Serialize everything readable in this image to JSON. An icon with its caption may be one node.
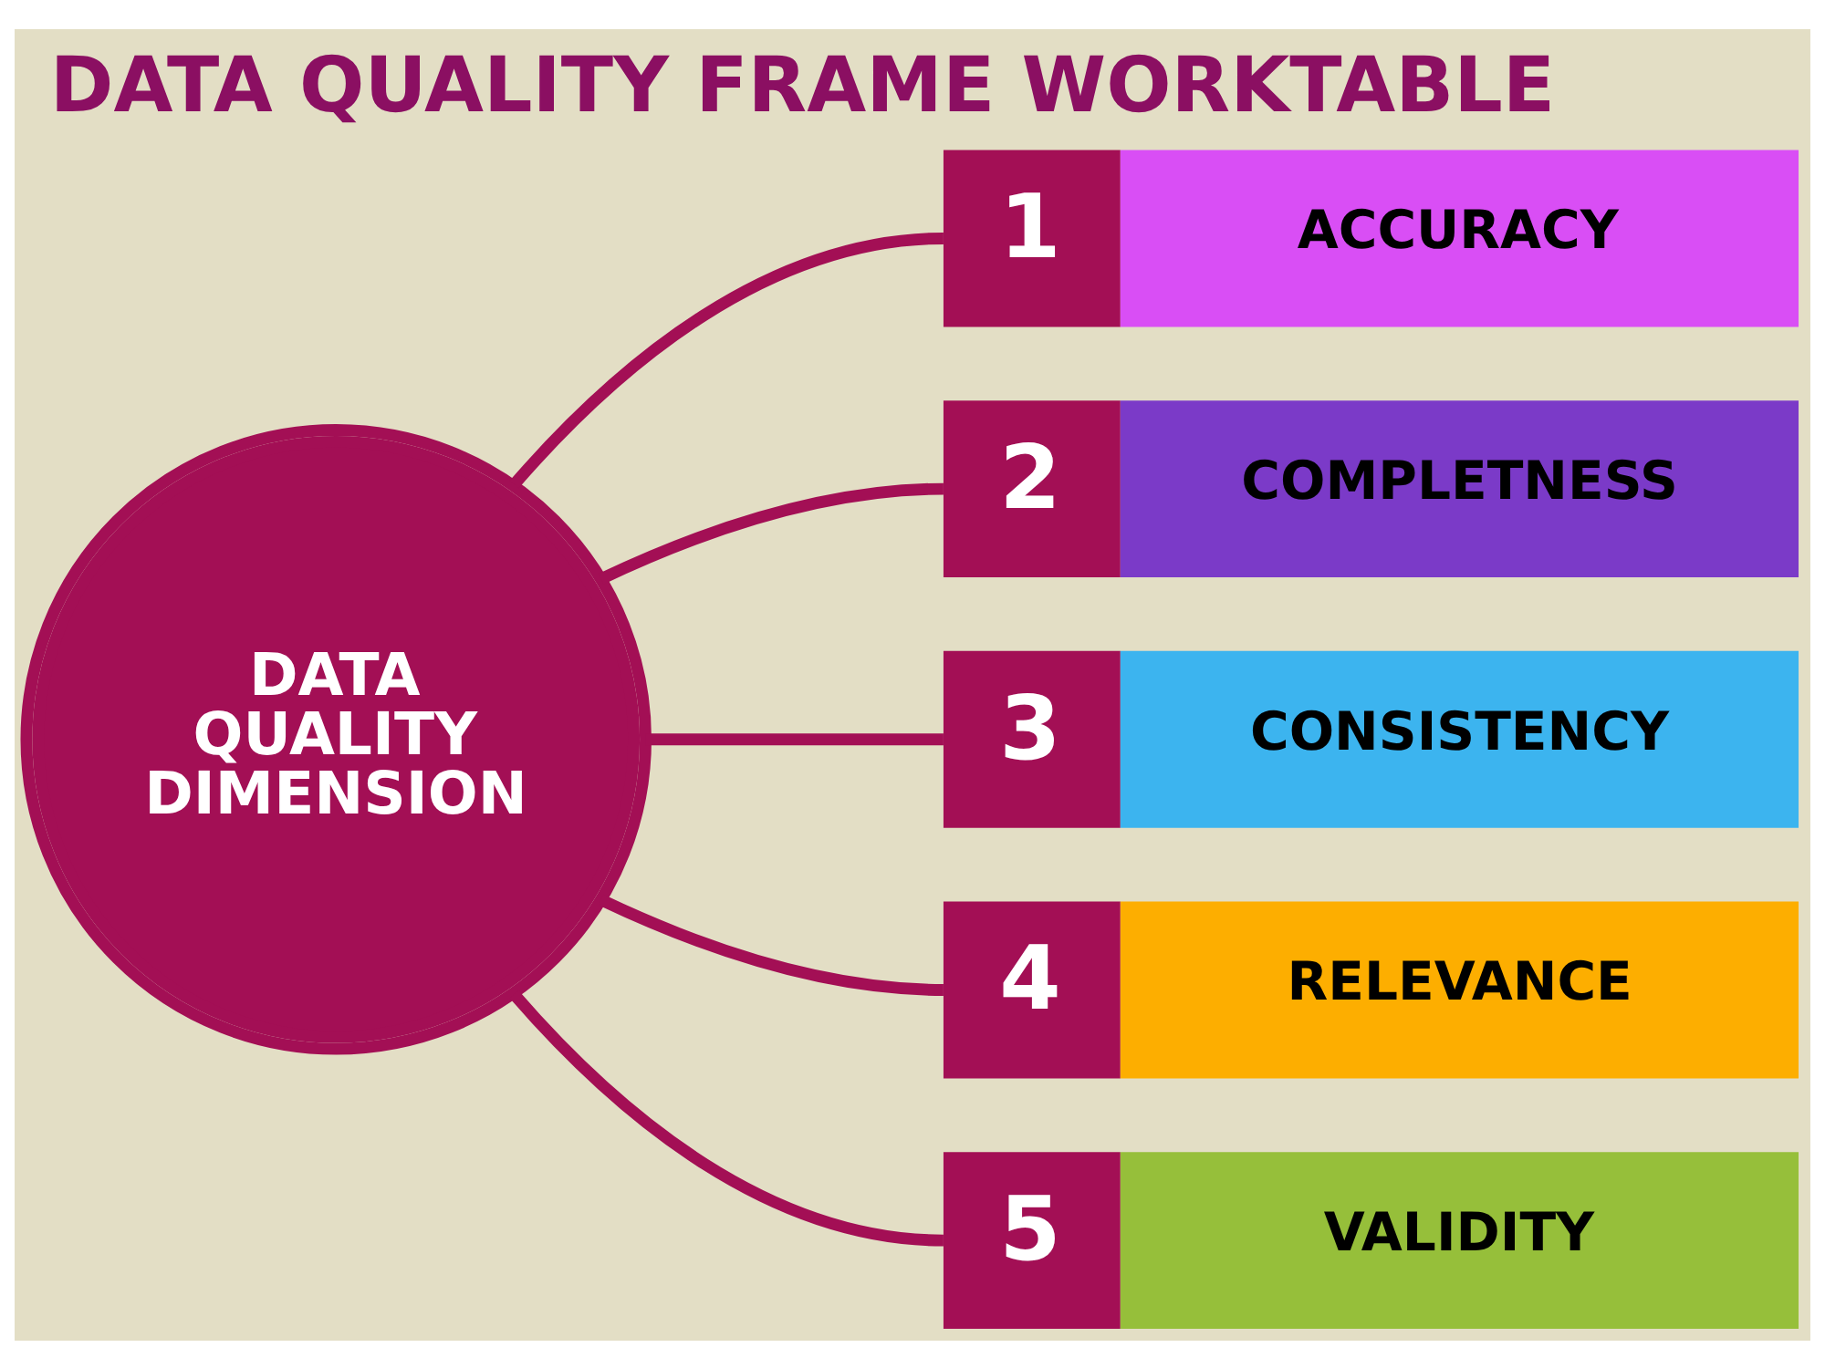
{
  "diagram": {
    "title": "DATA QUALITY FRAME WORKTABLE",
    "nodes": [
      {
        "text": [
          "DATA QUALITY DIMENSION"
        ]
      },
      {
        "text": [
          "1",
          "ACCURACY"
        ]
      },
      {
        "text": [
          "2",
          "COMPLETNESS"
        ]
      },
      {
        "text": [
          "3",
          "CONSISTENCY"
        ]
      },
      {
        "text": [
          "4",
          "RELEVANCE"
        ]
      },
      {
        "text": [
          "5",
          "VALIDITY"
        ]
      }
    ],
    "edges": [
      {
        "from": 0,
        "to": 1,
        "arrow": "none"
      },
      {
        "from": 0,
        "to": 2,
        "arrow": "none"
      },
      {
        "from": 0,
        "to": 3,
        "arrow": "none"
      },
      {
        "from": 0,
        "to": 4,
        "arrow": "none"
      },
      {
        "from": 0,
        "to": 5,
        "arrow": "none"
      }
    ]
  }
}
